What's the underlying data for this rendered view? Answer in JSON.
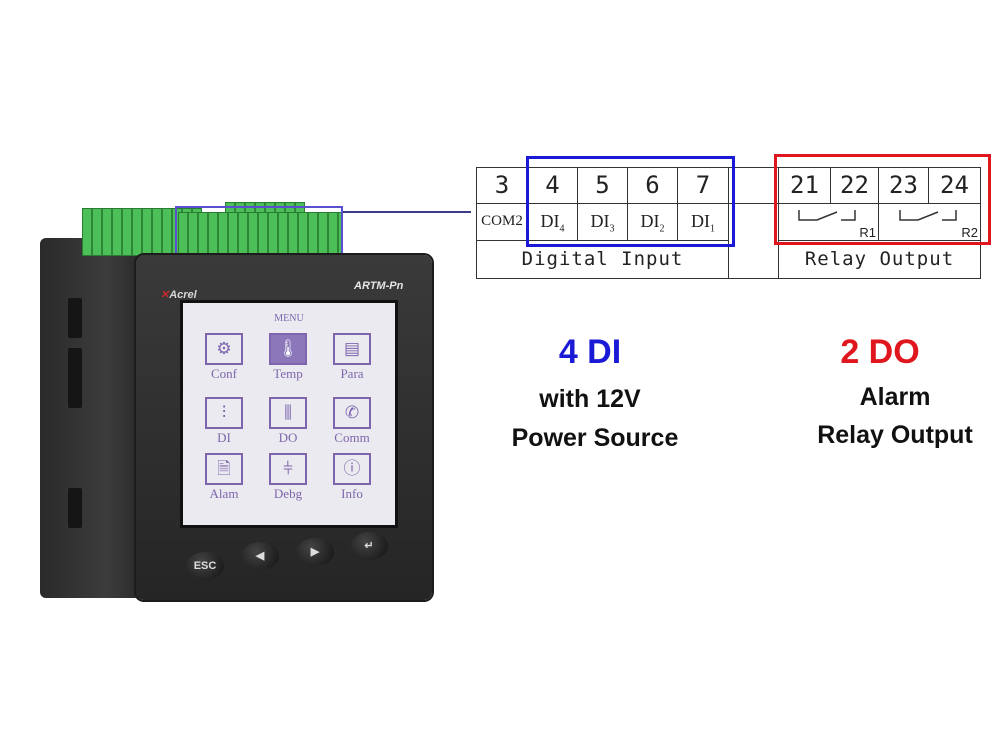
{
  "device": {
    "brand": "Acrel",
    "model": "ARTM-Pn",
    "menu_title": "MENU",
    "menu_items": [
      {
        "label": "Conf",
        "icon": "gear-icon",
        "glyph": "⚙"
      },
      {
        "label": "Temp",
        "icon": "thermometer-icon",
        "glyph": "🌡"
      },
      {
        "label": "Para",
        "icon": "parameter-icon",
        "glyph": "▤"
      },
      {
        "label": "DI",
        "icon": "digital-input-icon",
        "glyph": "⫶"
      },
      {
        "label": "DO",
        "icon": "digital-output-icon",
        "glyph": "⫼"
      },
      {
        "label": "Comm",
        "icon": "phone-icon",
        "glyph": "✆"
      },
      {
        "label": "Alam",
        "icon": "document-icon",
        "glyph": "🗎"
      },
      {
        "label": "Debg",
        "icon": "sliders-icon",
        "glyph": "⫩"
      },
      {
        "label": "Info",
        "icon": "info-icon",
        "glyph": "ⓘ"
      }
    ],
    "buttons": {
      "esc": "ESC",
      "left": "◀",
      "right": "▶",
      "enter": "↵"
    }
  },
  "terminal_table": {
    "numbers": [
      "3",
      "4",
      "5",
      "6",
      "7",
      "21",
      "22",
      "23",
      "24"
    ],
    "com": "COM2",
    "di": [
      {
        "base": "DI",
        "sub": "4"
      },
      {
        "base": "DI",
        "sub": "3"
      },
      {
        "base": "DI",
        "sub": "2"
      },
      {
        "base": "DI",
        "sub": "1"
      }
    ],
    "relays": [
      "R1",
      "R2"
    ],
    "group_di": "Digital Input",
    "group_do": "Relay Output"
  },
  "captions": {
    "di_title": "4 DI",
    "di_line1": "with 12V",
    "di_line2": "Power Source",
    "do_title": "2 DO",
    "do_line1": "Alarm",
    "do_line2": "Relay Output"
  },
  "colors": {
    "di": "#1a1ad6",
    "do": "#e0161e",
    "highlight": "#5a4fd0"
  }
}
